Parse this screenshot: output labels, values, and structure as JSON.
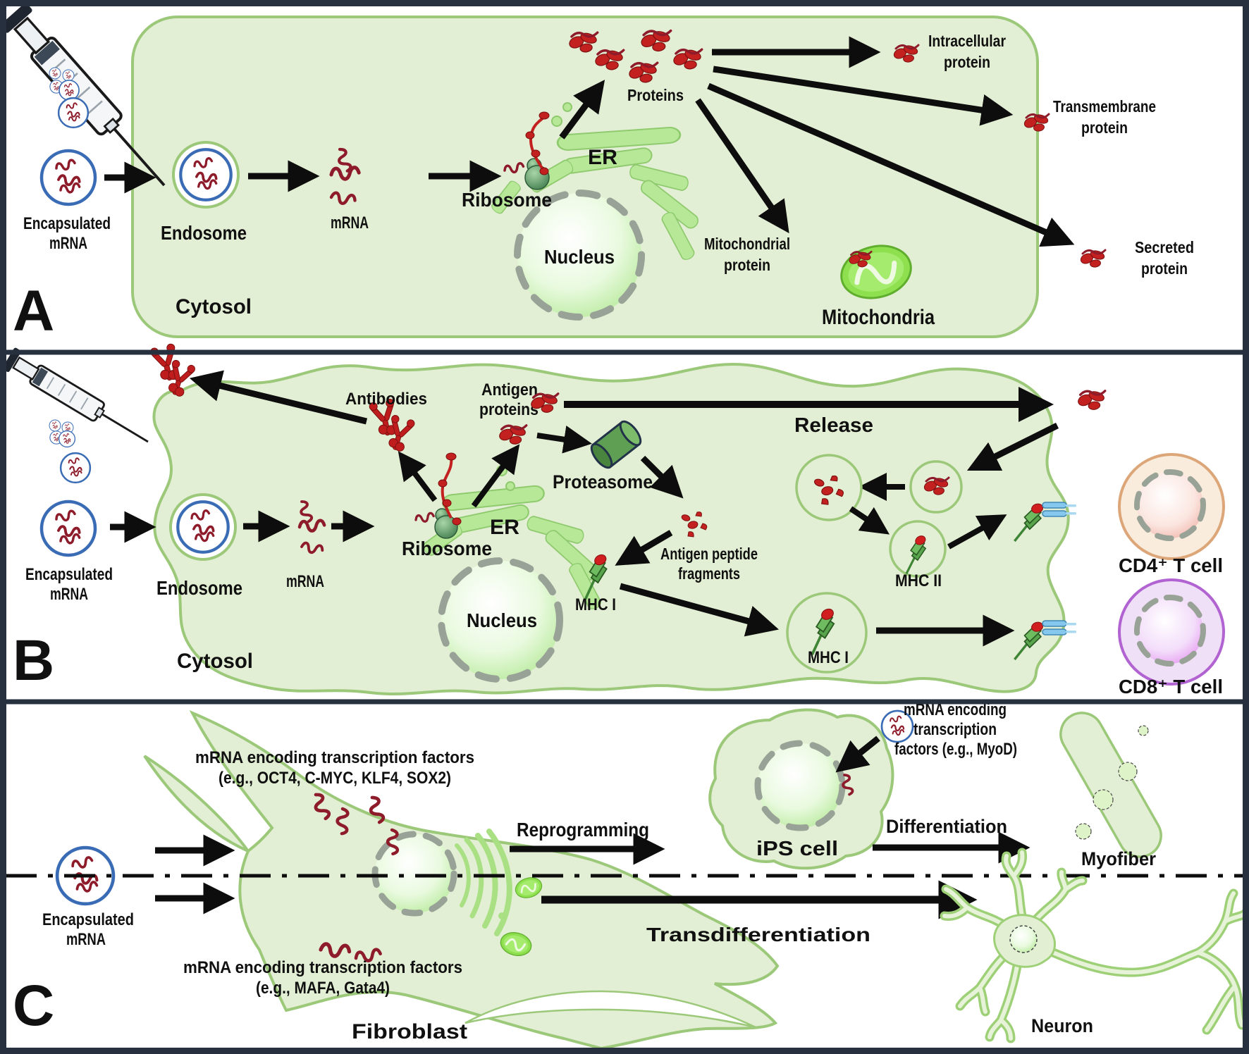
{
  "panels": {
    "a": {
      "letter": "A",
      "cytosol": "Cytosol",
      "encapsulated_l1": "Encapsulated",
      "encapsulated_l2": "mRNA",
      "endosome": "Endosome",
      "mrna": "mRNA",
      "ribosome": "Ribosome",
      "er": "ER",
      "nucleus": "Nucleus",
      "proteins": "Proteins",
      "intracellular_l1": "Intracellular",
      "intracellular_l2": "protein",
      "transmembrane_l1": "Transmembrane",
      "transmembrane_l2": "protein",
      "secreted_l1": "Secreted",
      "secreted_l2": "protein",
      "mitochondrial_l1": "Mitochondrial",
      "mitochondrial_l2": "protein",
      "mitochondria": "Mitochondria"
    },
    "b": {
      "letter": "B",
      "cytosol": "Cytosol",
      "encapsulated_l1": "Encapsulated",
      "encapsulated_l2": "mRNA",
      "endosome": "Endosome",
      "mrna": "mRNA",
      "ribosome": "Ribosome",
      "er": "ER",
      "nucleus": "Nucleus",
      "antibodies": "Antibodies",
      "antigen_l1": "Antigen",
      "antigen_l2": "proteins",
      "proteasome": "Proteasome",
      "release": "Release",
      "fragments_l1": "Antigen peptide",
      "fragments_l2": "fragments",
      "mhc1_er": "MHC I",
      "mhc1_vesicle": "MHC I",
      "mhc2": "MHC II",
      "cd4": "CD4⁺ T cell",
      "cd8": "CD8⁺ T cell"
    },
    "c": {
      "letter": "C",
      "encapsulated_l1": "Encapsulated",
      "encapsulated_l2": "mRNA",
      "tf_top_l1": "mRNA encoding transcription factors",
      "tf_top_l2": "(e.g., OCT4, C-MYC, KLF4, SOX2)",
      "tf_bottom_l1": "mRNA encoding transcription factors",
      "tf_bottom_l2": "(e.g., MAFA, Gata4)",
      "fibroblast": "Fibroblast",
      "reprogramming": "Reprogramming",
      "ips": "iPS cell",
      "myod_l1": "mRNA encoding",
      "myod_l2": "transcription",
      "myod_l3": "factors (e.g., MyoD)",
      "differentiation": "Differentiation",
      "myofiber": "Myofiber",
      "transdifferentiation": "Transdifferentiation",
      "neuron": "Neuron"
    },
    "colors": {
      "cell_fill": "#e3efd4",
      "cell_stroke": "#9cc87a",
      "mrna_red": "#8e1b2a",
      "protein_red": "#c32020",
      "lnp_blue": "#3a6cb5",
      "arrow_black": "#0d0d0d",
      "border_navy": "#26303e",
      "mitochondria_green": "#8ee04f",
      "proteasome_green": "#5f9f53",
      "tcr_blue": "#86c7ed",
      "cd4_fill": "#f9ecdc",
      "cd4_stroke": "#dca678",
      "cd8_fill": "#efdff7",
      "cd8_stroke": "#b263d2"
    }
  }
}
